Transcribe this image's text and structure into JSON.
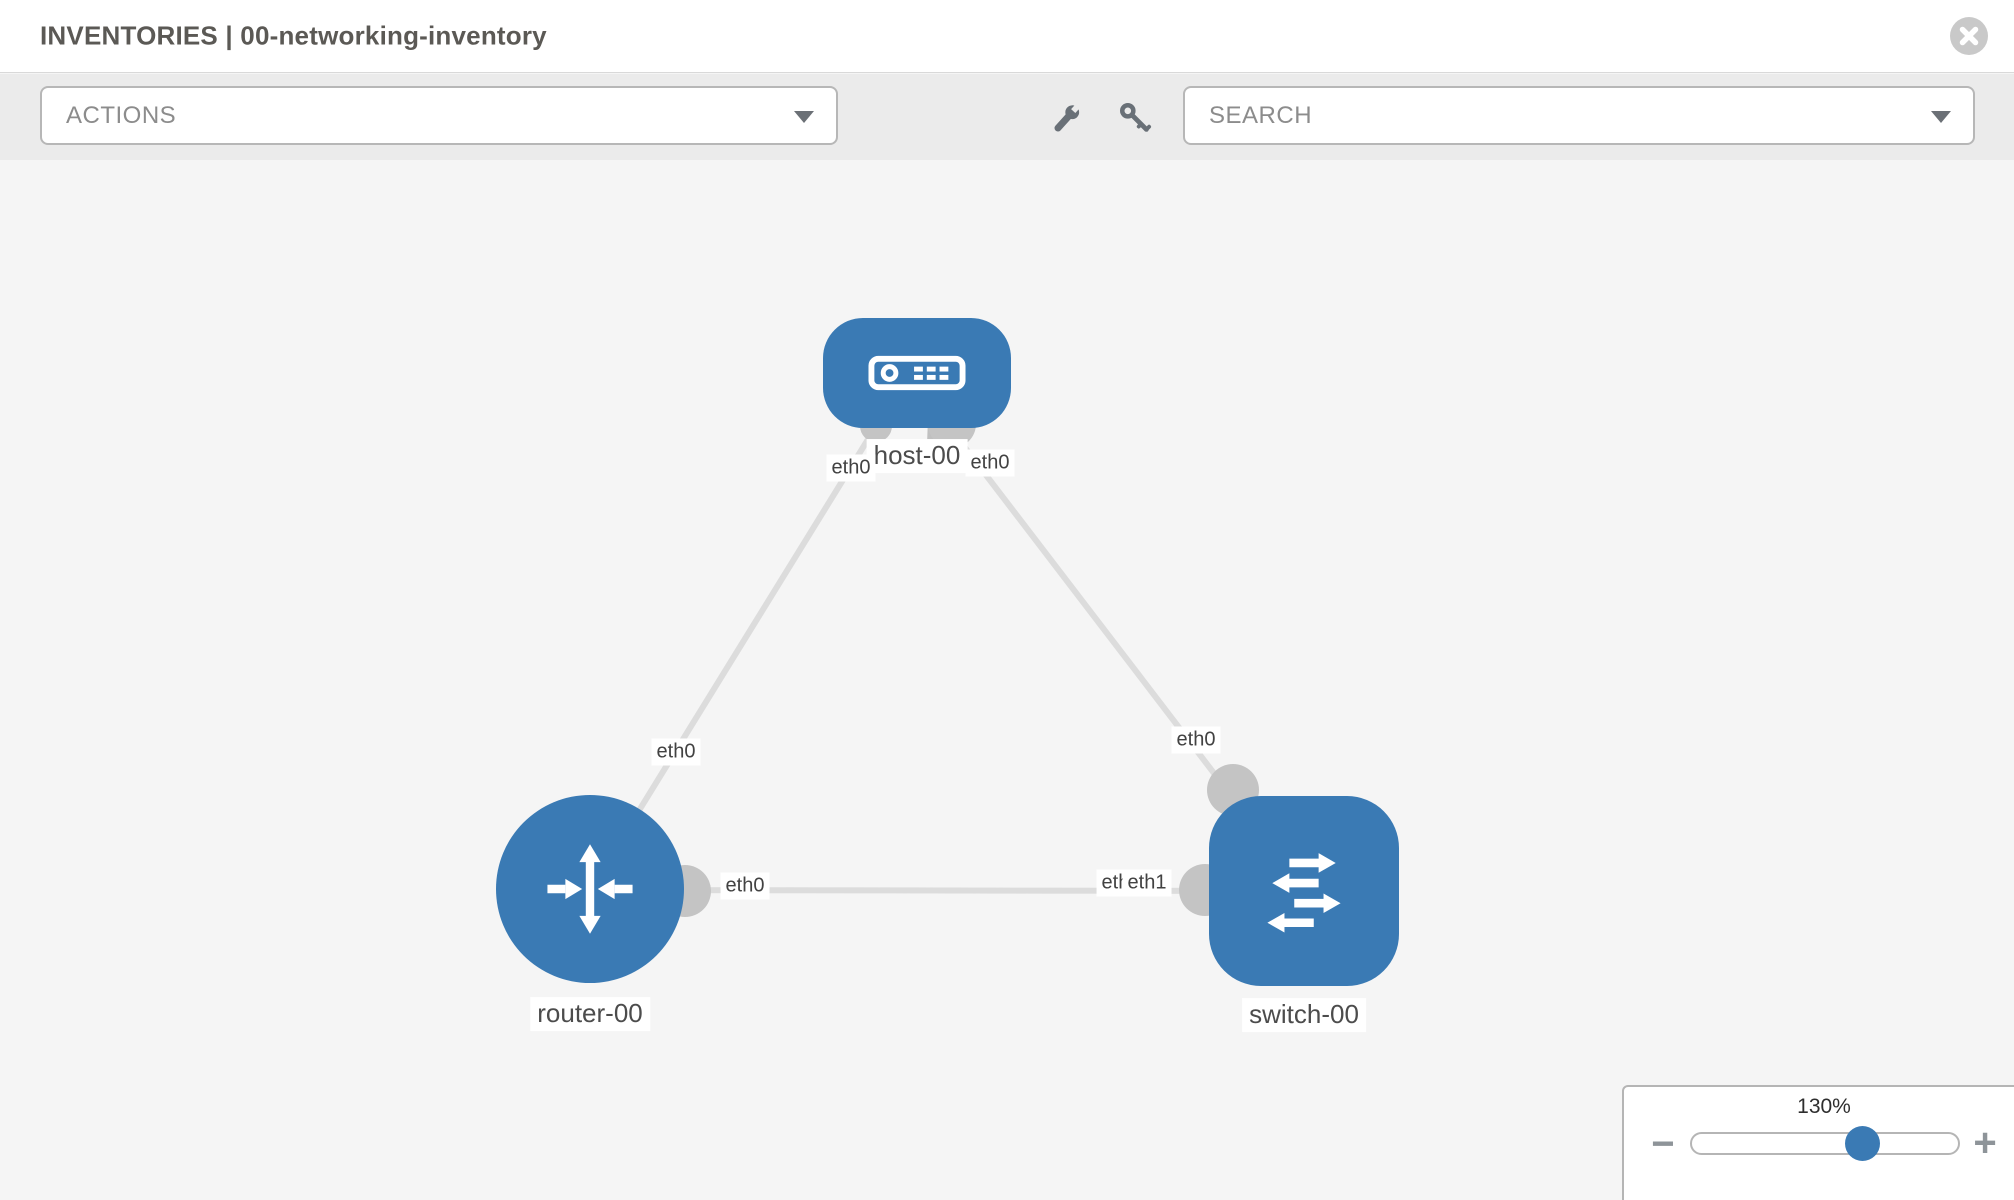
{
  "header": {
    "title": "INVENTORIES | 00-networking-inventory"
  },
  "toolbar": {
    "actions_label": "ACTIONS",
    "search_label": "SEARCH"
  },
  "topology": {
    "nodes": [
      {
        "label": "host-00",
        "type": "host"
      },
      {
        "label": "router-00",
        "type": "router"
      },
      {
        "label": "switch-00",
        "type": "switch"
      }
    ],
    "links": [
      {
        "from": "host-00",
        "to": "router-00",
        "from_interface": "eth0",
        "to_interface": "eth0"
      },
      {
        "from": "host-00",
        "to": "switch-00",
        "from_interface": "eth0",
        "to_interface": "eth0"
      },
      {
        "from": "router-00",
        "to": "switch-00",
        "from_interface": "eth0",
        "to_interface": "eth1"
      }
    ],
    "interface_labels": {
      "link1_host_end": "eth0",
      "link1_router_end": "eth0",
      "link2_host_end": "eth0",
      "link2_switch_end": "eth0",
      "link3_router_end": "eth0",
      "link3_switch_end_back": "eth0",
      "link3_switch_end_front": "eth1"
    }
  },
  "zoom_control": {
    "level": "130%",
    "zoom_out_glyph": "−",
    "zoom_in_glyph": "+"
  },
  "colors": {
    "node_blue": "#3a7ab4",
    "link_gray": "#dcdcdc",
    "endpoint_gray": "#c4c4c4"
  }
}
